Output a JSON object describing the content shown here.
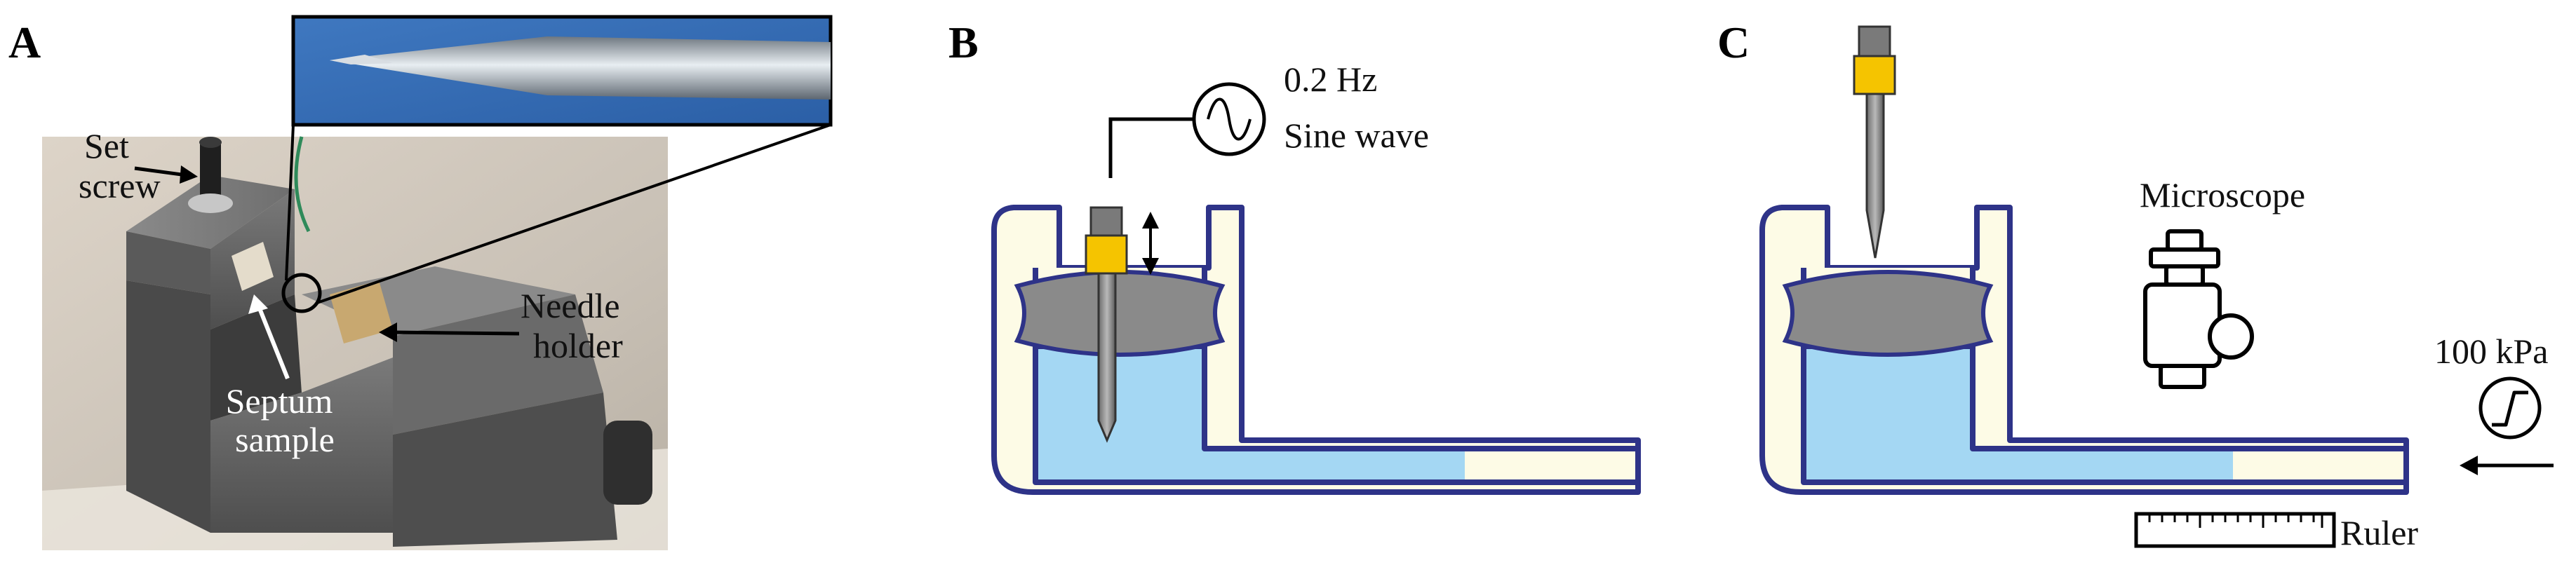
{
  "panels": {
    "A": {
      "letter": "A",
      "labels": {
        "set_line1": "Set",
        "set_line2": "screw",
        "septum_line1": "Septum",
        "septum_line2": "sample",
        "needle_line1": "Needle",
        "needle_line2": "holder"
      }
    },
    "B": {
      "letter": "B",
      "freq_line1": "0.2 Hz",
      "freq_line2": "Sine wave"
    },
    "C": {
      "letter": "C",
      "microscope": "Microscope",
      "pressure": "100 kPa",
      "ruler": "Ruler"
    }
  },
  "colors": {
    "wall": "#2e3388",
    "cream": "#fdfbe6",
    "fluid": "#a4d7f3",
    "septum": "#8a8a8a",
    "needle": "#8c8c8c",
    "hub": "#f5c400"
  }
}
